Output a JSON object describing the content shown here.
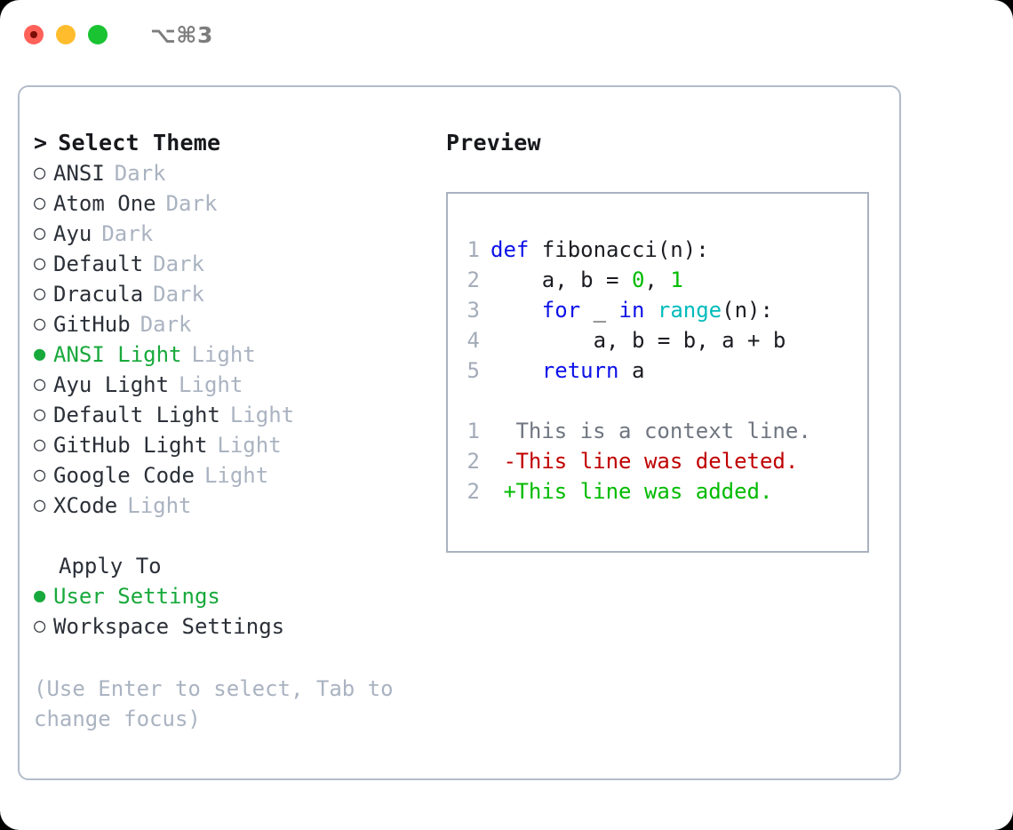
{
  "titlebar": {
    "shortcut": "⌥⌘3",
    "traffic_lights": [
      {
        "name": "close",
        "color": "#ff6159"
      },
      {
        "name": "minimize",
        "color": "#ffbd2e"
      },
      {
        "name": "maximize",
        "color": "#19c332"
      }
    ]
  },
  "colors": {
    "accent_green": "#18a93c",
    "muted_tag": "#aab3c1",
    "text": "#2b3038",
    "border": "#b3bcca",
    "preview_border": "#a8b2c0",
    "keyword_blue": "#0d12e8",
    "number_green": "#00bb00",
    "builtin_cyan": "#00bbbb",
    "diff_delete": "#c00000",
    "diff_add": "#00bb00",
    "line_number": "#a4acb9"
  },
  "theme_picker": {
    "heading": "Select Theme",
    "caret": ">",
    "bullet_unselected": "○",
    "bullet_selected": "●",
    "items": [
      {
        "name": "ANSI",
        "tag": "Dark",
        "selected": false
      },
      {
        "name": "Atom One",
        "tag": "Dark",
        "selected": false
      },
      {
        "name": "Ayu",
        "tag": "Dark",
        "selected": false
      },
      {
        "name": "Default",
        "tag": "Dark",
        "selected": false
      },
      {
        "name": "Dracula",
        "tag": "Dark",
        "selected": false
      },
      {
        "name": "GitHub",
        "tag": "Dark",
        "selected": false
      },
      {
        "name": "ANSI Light",
        "tag": "Light",
        "selected": true
      },
      {
        "name": "Ayu Light",
        "tag": "Light",
        "selected": false
      },
      {
        "name": "Default Light",
        "tag": "Light",
        "selected": false
      },
      {
        "name": "GitHub Light",
        "tag": "Light",
        "selected": false
      },
      {
        "name": "Google Code",
        "tag": "Light",
        "selected": false
      },
      {
        "name": "XCode",
        "tag": "Light",
        "selected": false
      }
    ]
  },
  "apply_to": {
    "heading": "Apply To",
    "options": [
      {
        "label": "User Settings",
        "selected": true
      },
      {
        "label": "Workspace Settings",
        "selected": false
      }
    ]
  },
  "hint": "(Use Enter to select, Tab to change focus)",
  "preview": {
    "title": "Preview",
    "code_lines": [
      {
        "n": "1",
        "tokens": [
          {
            "t": "def",
            "c": "kw"
          },
          {
            "t": " fibonacci(n):",
            "c": "plain"
          }
        ]
      },
      {
        "n": "2",
        "tokens": [
          {
            "t": "    a, b = ",
            "c": "plain"
          },
          {
            "t": "0",
            "c": "num"
          },
          {
            "t": ", ",
            "c": "plain"
          },
          {
            "t": "1",
            "c": "num"
          }
        ]
      },
      {
        "n": "3",
        "tokens": [
          {
            "t": "    ",
            "c": "plain"
          },
          {
            "t": "for",
            "c": "kw"
          },
          {
            "t": " _ ",
            "c": "plain"
          },
          {
            "t": "in",
            "c": "kw"
          },
          {
            "t": " ",
            "c": "plain"
          },
          {
            "t": "range",
            "c": "cyan"
          },
          {
            "t": "(n):",
            "c": "plain"
          }
        ]
      },
      {
        "n": "4",
        "tokens": [
          {
            "t": "        a, b = b, a + b",
            "c": "plain"
          }
        ]
      },
      {
        "n": "5",
        "tokens": [
          {
            "t": "    ",
            "c": "plain"
          },
          {
            "t": "return",
            "c": "kw"
          },
          {
            "t": " a",
            "c": "plain"
          }
        ]
      }
    ],
    "diff_lines": [
      {
        "n": "1",
        "sign": "",
        "text": "This is a context line.",
        "kind": "diff-ctx"
      },
      {
        "n": "2",
        "sign": "-",
        "text": "This line was deleted.",
        "kind": "diff-del"
      },
      {
        "n": "2",
        "sign": "+",
        "text": "This line was added.",
        "kind": "diff-add"
      }
    ]
  }
}
